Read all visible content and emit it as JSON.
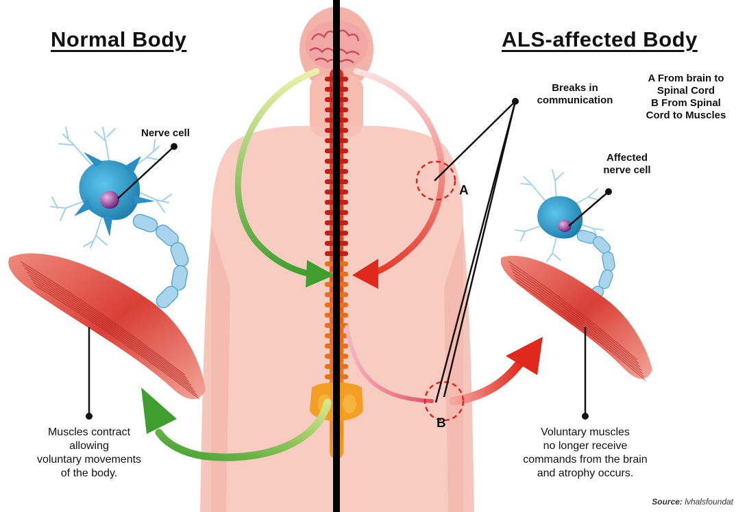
{
  "titles": {
    "normal": "Normal Body",
    "als": "ALS-affected Body"
  },
  "labels": {
    "nerve_cell": "Nerve cell",
    "breaks_line1": "Breaks in",
    "breaks_line2": "communication",
    "key_a1": "A From brain to",
    "key_a2": "Spinal Cord",
    "key_b1": "B From Spinal",
    "key_b2": "Cord to Muscles",
    "affected_line1": "Affected",
    "affected_line2": "nerve cell",
    "marker_a": "A",
    "marker_b": "B"
  },
  "captions": {
    "normal": [
      "Muscles contract",
      "allowing",
      "voluntary movements",
      "of the body."
    ],
    "als": [
      "Voluntary muscles",
      "no longer receive",
      "commands from the brain",
      "and atrophy occurs."
    ]
  },
  "source": {
    "label": "Source:",
    "text": "lvhalsfoundat"
  },
  "colors": {
    "body_skin": "#f7c3b6",
    "spine_red": "#d9281e",
    "spine_orange": "#f08a1c",
    "healthy_arrow": "#4fae38",
    "affected_arrow": "#e53a2c",
    "nerve_blue": "#2a9fd0",
    "muscle_red": "#d9463c",
    "divider": "#000000"
  },
  "icons": {
    "brain": "brain-icon",
    "spine": "spinal-cord-icon",
    "nerve": "nerve-cell-icon",
    "muscle": "muscle-icon"
  }
}
